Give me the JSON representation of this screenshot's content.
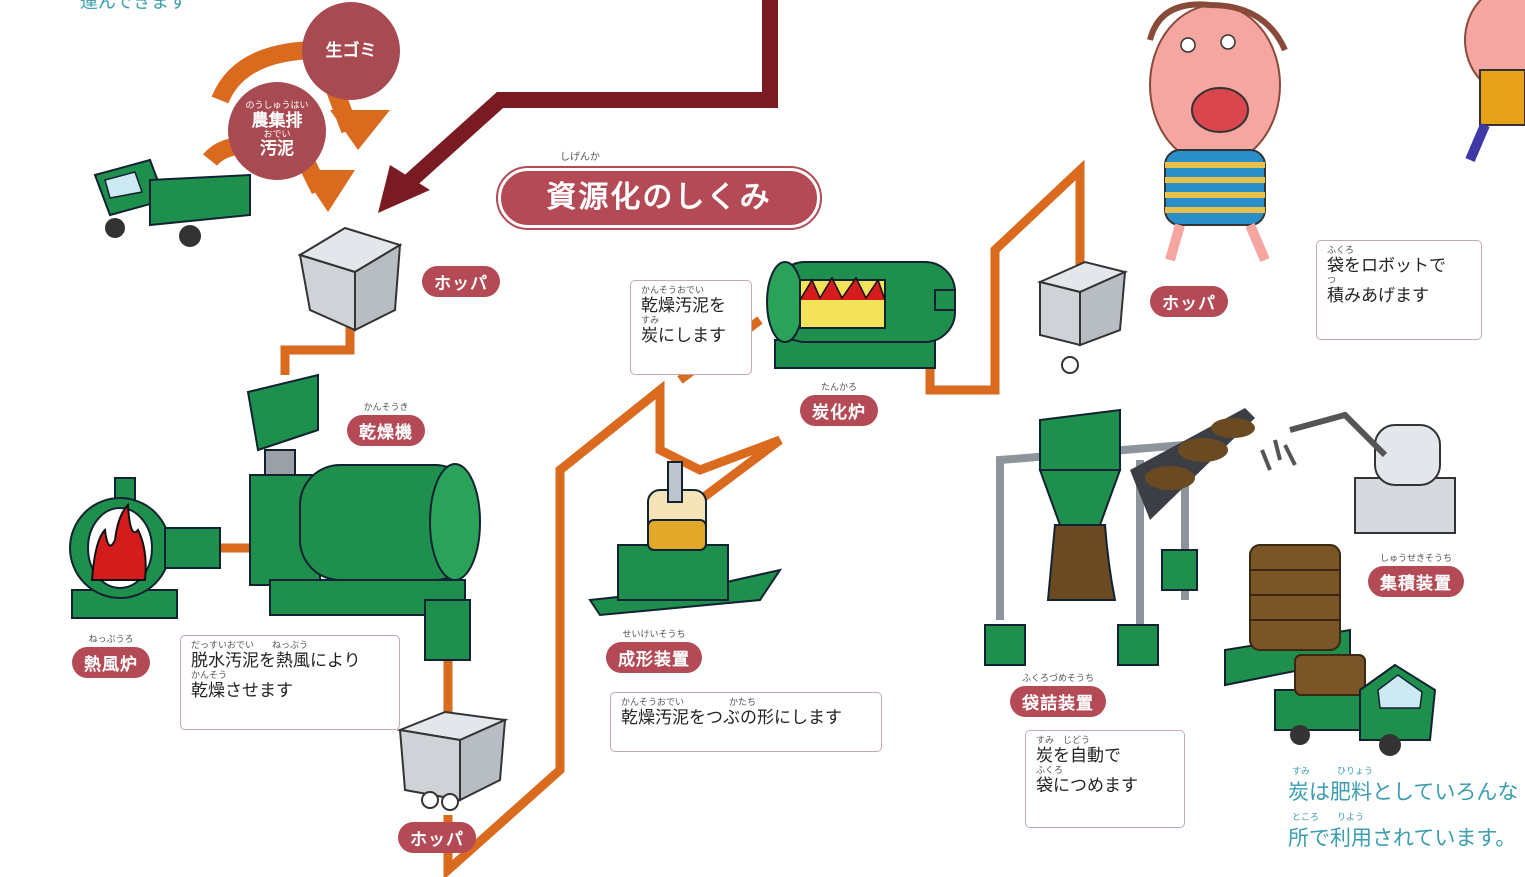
{
  "title": {
    "ruby": "しげんか",
    "text": "資源化のしくみ"
  },
  "top_cut_text": "運んできます",
  "inputs": {
    "garbage": "生ゴミ",
    "sludge_ruby_1": "のうしゅうはい",
    "sludge_line1": "農集排",
    "sludge_ruby_2": "おでい",
    "sludge_line2": "汚泥"
  },
  "labels": {
    "hopper_top": "ホッパ",
    "dryer_ruby": "かんそうき",
    "dryer": "乾燥機",
    "furnace_ruby": "ねっぷうろ",
    "furnace": "熱風炉",
    "hopper_bottom": "ホッパ",
    "molding_ruby": "せいけいそうち",
    "molding": "成形装置",
    "carbonizer_ruby": "たんかろ",
    "carbonizer": "炭化炉",
    "hopper_right": "ホッパ",
    "bagging_ruby": "ふくろづめそうち",
    "bagging": "袋詰装置",
    "stacker_ruby": "しゅうせきそうち",
    "stacker": "集積装置"
  },
  "notes": {
    "dryer_note": {
      "ruby1": "だっすいおでい　　ねっぷう",
      "line1": "脱水汚泥を熱風により",
      "ruby2": "かんそう",
      "line2": "乾燥させます"
    },
    "carbonizer_note": {
      "ruby1": "かんそうおでい",
      "line1": "乾燥汚泥を",
      "ruby2": "すみ",
      "line2": "炭にします"
    },
    "molding_note": {
      "ruby1": "かんそうおでい　　　　　かたち",
      "line1": "乾燥汚泥をつぶの形にします"
    },
    "bagging_note": {
      "ruby1": "すみ　じどう",
      "line1": "炭を自動で",
      "ruby2": "ふくろ",
      "line2": "袋につめます"
    },
    "robot_note": {
      "ruby1": "ふくろ",
      "line1": "袋をロボットで",
      "ruby2": "つ",
      "line2": "積みあげます"
    }
  },
  "bottom_text": {
    "ruby1": "すみ　　　ひりょう",
    "line1": "炭は肥料としていろんな",
    "ruby2": "ところ　　りよう",
    "line2": "所で利用されています。"
  },
  "colors": {
    "pipe": "#d96a1e",
    "machine": "#1e8f4c",
    "label": "#b34a55",
    "arrow": "#7a1a22",
    "text_blue": "#3a9db0"
  }
}
